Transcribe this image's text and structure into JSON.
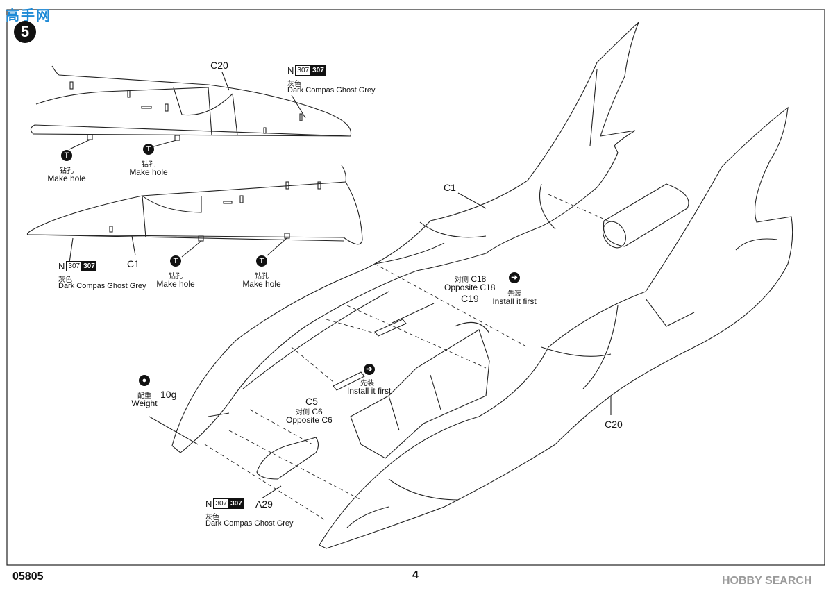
{
  "header": {
    "logo": "高手网",
    "step_number": "5"
  },
  "colors": {
    "ink": "#111111",
    "logo": "#1e8ad6",
    "watermark": "#9a9a9a"
  },
  "canopy_top": {
    "part": "C20",
    "paint": {
      "prefix": "N",
      "code_a": "307",
      "code_b": "307",
      "cn": "灰色",
      "en": "Dark Compas Ghost Grey"
    },
    "holes": [
      {
        "cn": "钻孔",
        "en": "Make hole"
      },
      {
        "cn": "钻孔",
        "en": "Make hole"
      }
    ]
  },
  "canopy_bottom": {
    "part": "C1",
    "paint": {
      "prefix": "N",
      "code_a": "307",
      "code_b": "307",
      "cn": "灰色",
      "en": "Dark Compas Ghost Grey"
    },
    "holes": [
      {
        "cn": "钻孔",
        "en": "Make hole"
      },
      {
        "cn": "钻孔",
        "en": "Make hole"
      }
    ]
  },
  "fuselage_labels": {
    "c1": "C1",
    "c18": {
      "cn": "对侧",
      "part": "C18",
      "en": "Opposite C18"
    },
    "c19": "C19",
    "install_first_1": {
      "cn": "先装",
      "en": "Install it first"
    },
    "install_first_2": {
      "cn": "先装",
      "en": "Install it first"
    },
    "weight": {
      "cn": "配重",
      "en": "Weight",
      "amount": "10g"
    },
    "c5": "C5",
    "c6": {
      "cn": "对侧",
      "part": "C6",
      "en": "Opposite C6"
    },
    "c20": "C20",
    "a29": "A29",
    "a29_paint": {
      "prefix": "N",
      "code_a": "307",
      "code_b": "307",
      "cn": "灰色",
      "en": "Dark Compas Ghost Grey"
    }
  },
  "footer": {
    "code": "05805",
    "page": "4",
    "watermark": "HOBBY SEARCH"
  }
}
